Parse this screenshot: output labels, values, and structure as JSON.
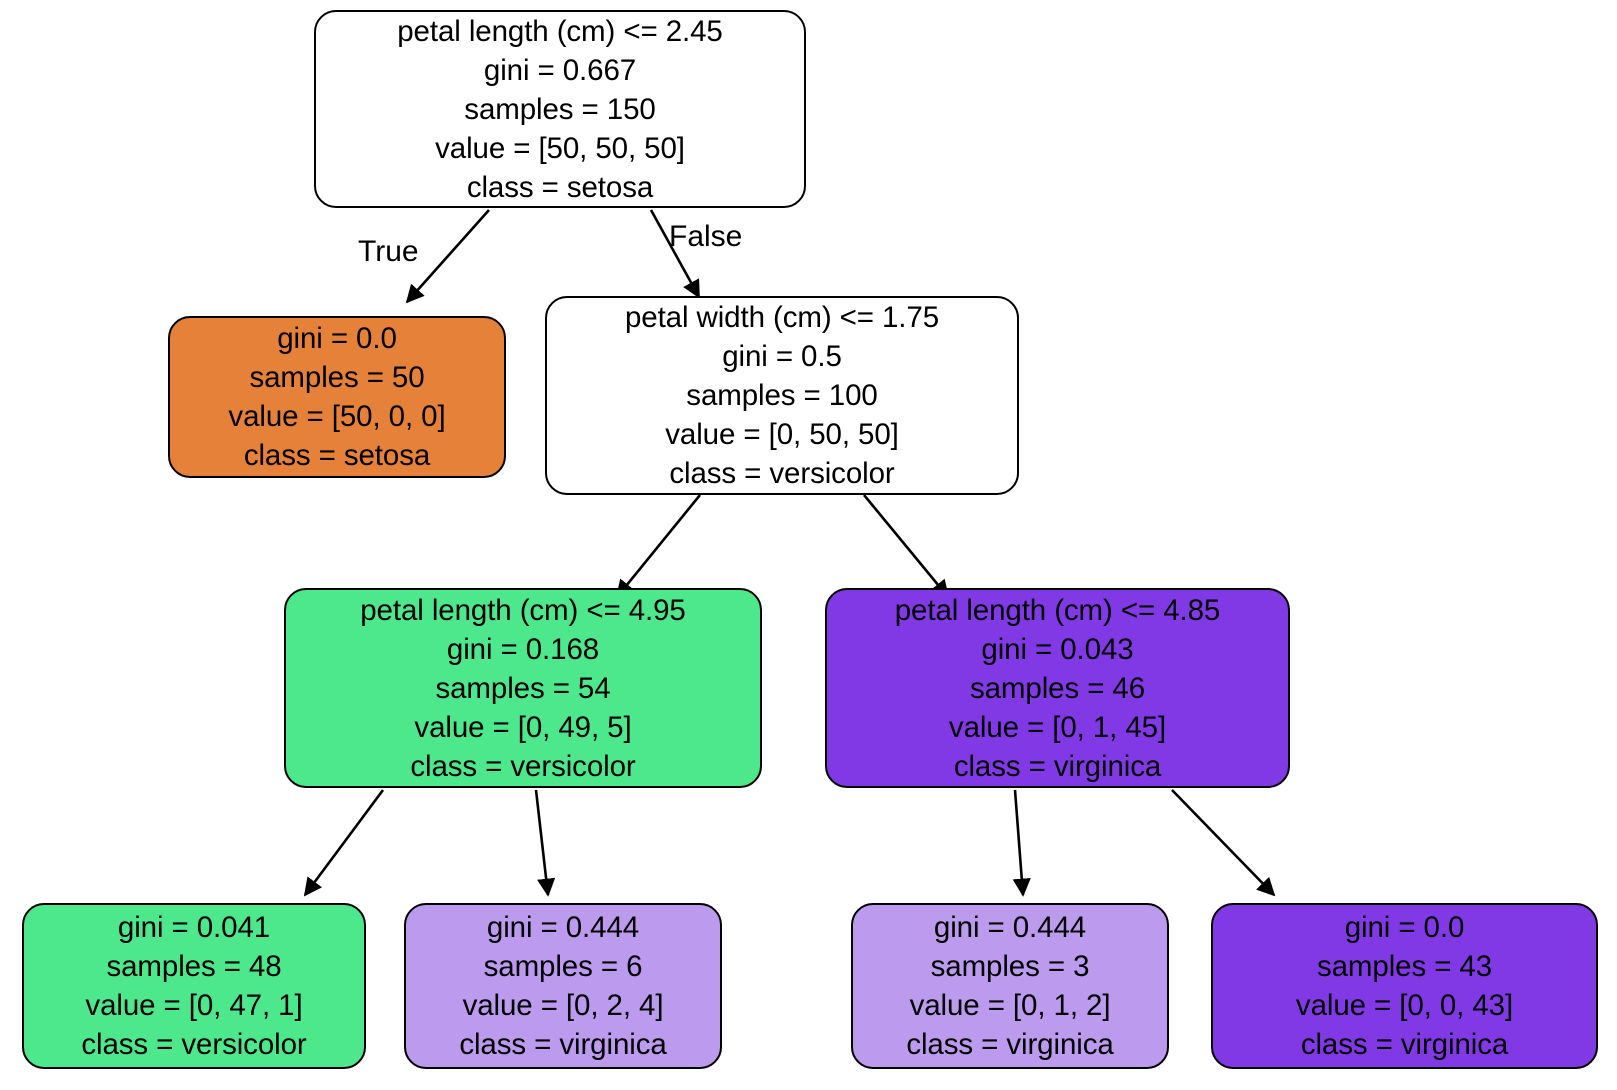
{
  "chart_data": {
    "type": "diagram",
    "diagram_kind": "decision-tree",
    "title": "",
    "criterion": "gini",
    "feature_names": [
      "petal length (cm)",
      "petal width (cm)"
    ],
    "class_names": [
      "setosa",
      "versicolor",
      "virginica"
    ],
    "class_colors": {
      "setosa": "#e58139",
      "versicolor": "#4de88c",
      "virginica": "#8139e5"
    },
    "edge_labels": {
      "left": "True",
      "right": "False"
    },
    "nodes": [
      {
        "id": "root",
        "depth": 0,
        "is_leaf": false,
        "condition": "petal length (cm) <= 2.45",
        "gini": "gini = 0.667",
        "samples": "samples = 150",
        "value": "value = [50, 50, 50]",
        "class": "class = setosa",
        "gini_value": 0.667,
        "samples_value": 150,
        "value_counts": [
          50,
          50,
          50
        ],
        "class_name": "setosa",
        "fill": "#ffffff"
      },
      {
        "id": "leaf-setosa",
        "depth": 1,
        "is_leaf": true,
        "condition": "",
        "gini": "gini = 0.0",
        "samples": "samples = 50",
        "value": "value = [50, 0, 0]",
        "class": "class = setosa",
        "gini_value": 0.0,
        "samples_value": 50,
        "value_counts": [
          50,
          0,
          0
        ],
        "class_name": "setosa",
        "fill": "#e58139"
      },
      {
        "id": "petal-width",
        "depth": 1,
        "is_leaf": false,
        "condition": "petal width (cm) <= 1.75",
        "gini": "gini = 0.5",
        "samples": "samples = 100",
        "value": "value = [0, 50, 50]",
        "class": "class = versicolor",
        "gini_value": 0.5,
        "samples_value": 100,
        "value_counts": [
          0,
          50,
          50
        ],
        "class_name": "versicolor",
        "fill": "#ffffff"
      },
      {
        "id": "petal-length-495",
        "depth": 2,
        "is_leaf": false,
        "condition": "petal length (cm) <= 4.95",
        "gini": "gini = 0.168",
        "samples": "samples = 54",
        "value": "value = [0, 49, 5]",
        "class": "class = versicolor",
        "gini_value": 0.168,
        "samples_value": 54,
        "value_counts": [
          0,
          49,
          5
        ],
        "class_name": "versicolor",
        "fill": "#4de88c"
      },
      {
        "id": "petal-length-485",
        "depth": 2,
        "is_leaf": false,
        "condition": "petal length (cm) <= 4.85",
        "gini": "gini = 0.043",
        "samples": "samples = 46",
        "value": "value = [0, 1, 45]",
        "class": "class = virginica",
        "gini_value": 0.043,
        "samples_value": 46,
        "value_counts": [
          0,
          1,
          45
        ],
        "class_name": "virginica",
        "fill": "#8139e5"
      },
      {
        "id": "leaf-versicolor-48",
        "depth": 3,
        "is_leaf": true,
        "condition": "",
        "gini": "gini = 0.041",
        "samples": "samples = 48",
        "value": "value = [0, 47, 1]",
        "class": "class = versicolor",
        "gini_value": 0.041,
        "samples_value": 48,
        "value_counts": [
          0,
          47,
          1
        ],
        "class_name": "versicolor",
        "fill": "#4de88c"
      },
      {
        "id": "leaf-virginica-6",
        "depth": 3,
        "is_leaf": true,
        "condition": "",
        "gini": "gini = 0.444",
        "samples": "samples = 6",
        "value": "value = [0, 2, 4]",
        "class": "class = virginica",
        "gini_value": 0.444,
        "samples_value": 6,
        "value_counts": [
          0,
          2,
          4
        ],
        "class_name": "virginica",
        "fill": "#bc9aee"
      },
      {
        "id": "leaf-virginica-3",
        "depth": 3,
        "is_leaf": true,
        "condition": "",
        "gini": "gini = 0.444",
        "samples": "samples = 3",
        "value": "value = [0, 1, 2]",
        "class": "class = virginica",
        "gini_value": 0.444,
        "samples_value": 3,
        "value_counts": [
          0,
          1,
          2
        ],
        "class_name": "virginica",
        "fill": "#bc9aee"
      },
      {
        "id": "leaf-virginica-43",
        "depth": 3,
        "is_leaf": true,
        "condition": "",
        "gini": "gini = 0.0",
        "samples": "samples = 43",
        "value": "value = [0, 0, 43]",
        "class": "class = virginica",
        "gini_value": 0.0,
        "samples_value": 43,
        "value_counts": [
          0,
          0,
          43
        ],
        "class_name": "virginica",
        "fill": "#8139e5"
      }
    ]
  }
}
